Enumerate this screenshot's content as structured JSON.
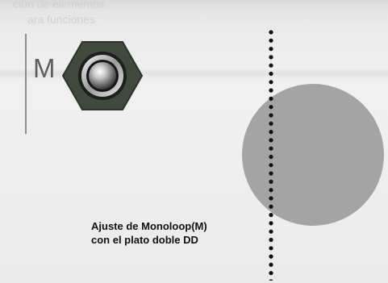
{
  "background_ghost_text": {
    "line1": "ción de elementos",
    "line2": "ara funciones"
  },
  "adjustment_marker": {
    "letter": "M",
    "nut_icon": "hex-nut-icon"
  },
  "caption": {
    "line1": "Ajuste de Monoloop(M)",
    "line2": "con el plato doble DD"
  },
  "colors": {
    "paper": "#ececec",
    "circle": "#a4a4a4",
    "nut_body": "#3f4a3c",
    "dots": "#111111",
    "caption_text": "#111111"
  }
}
